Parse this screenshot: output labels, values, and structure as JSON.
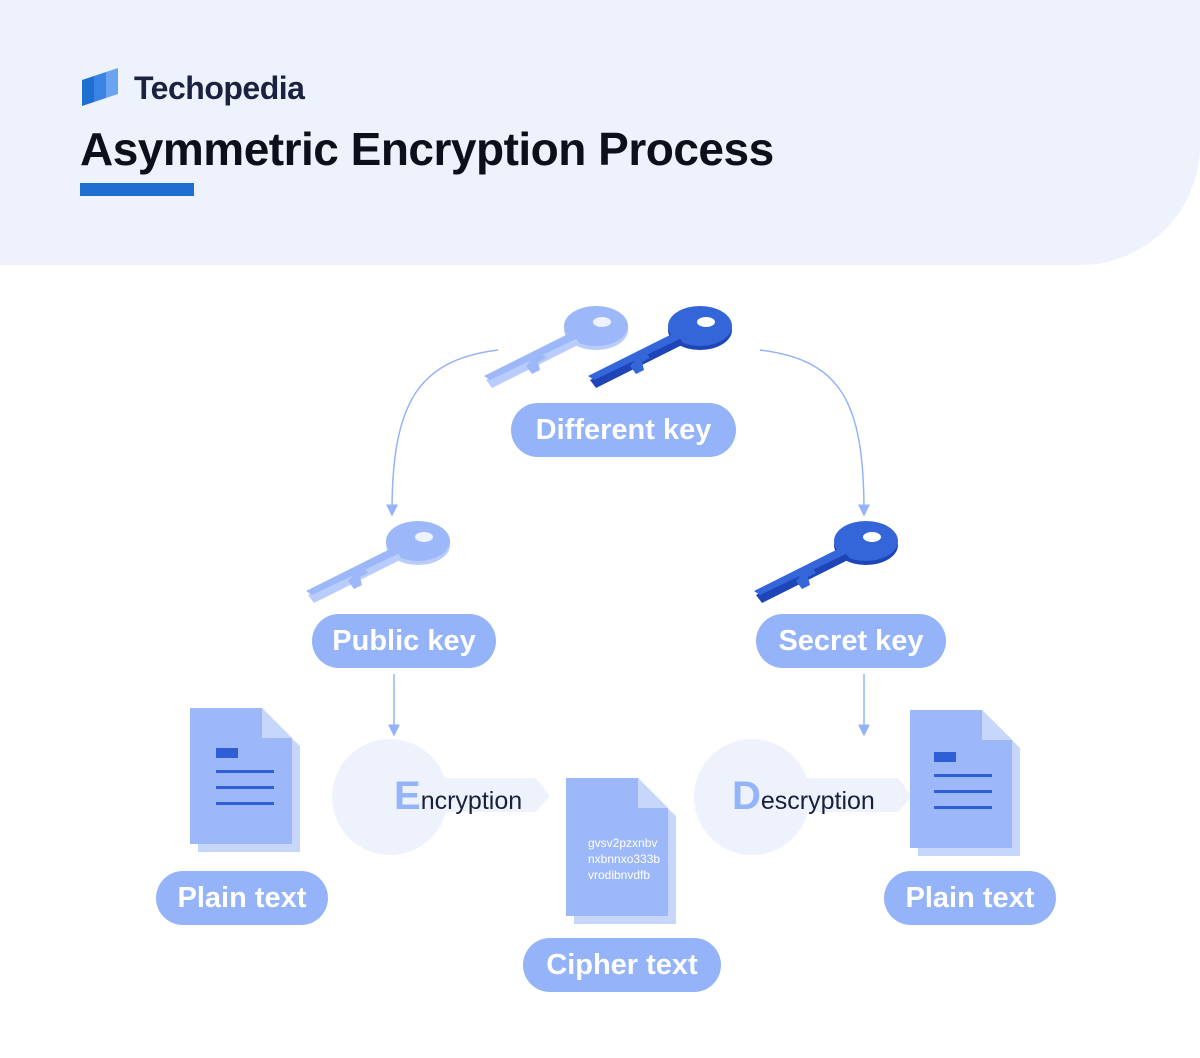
{
  "header": {
    "brand_name": "Techopedia",
    "title": "Asymmetric Encryption Process",
    "logo_icon": "techopedia-logo-icon"
  },
  "colors": {
    "header_bg": "#eef2fd",
    "accent_blue": "#1f6fd1",
    "pill_bg": "#94b3f9",
    "light_key": "#9db8f8",
    "dark_key": "#2f5fd6",
    "document": "#9db8f8"
  },
  "labels": {
    "different_key": "Different key",
    "public_key": "Public key",
    "secret_key": "Secret key",
    "plain_text_left": "Plain text",
    "plain_text_right": "Plain text",
    "cipher_text": "Cipher text"
  },
  "processes": {
    "encryption": {
      "initial": "E",
      "rest": "ncryption"
    },
    "decryption": {
      "initial": "D",
      "rest": "escryption"
    }
  },
  "cipher_lines": [
    "gvsv2pzxnbv",
    "nxbnnxo333b",
    "vrodibnvdfb"
  ],
  "icons": [
    "key-icon",
    "document-icon",
    "arrow-icon"
  ]
}
